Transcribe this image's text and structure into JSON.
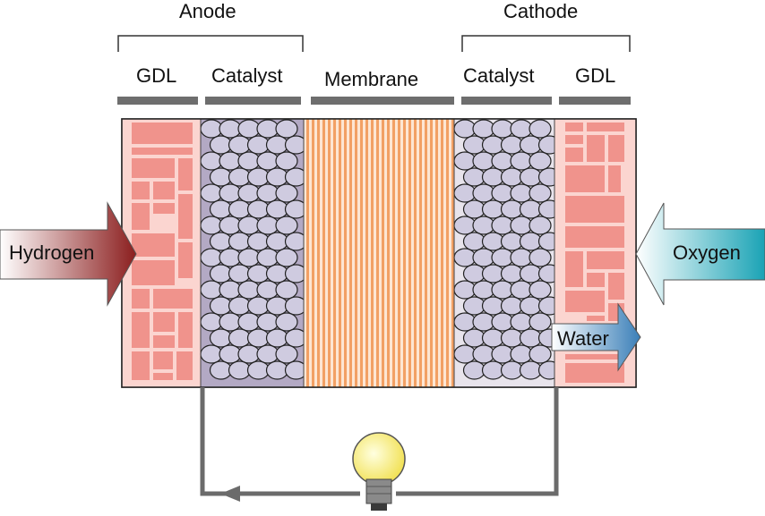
{
  "groups": {
    "anode": "Anode",
    "cathode": "Cathode"
  },
  "layers": {
    "anode_gdl": "GDL",
    "anode_catalyst": "Catalyst",
    "membrane": "Membrane",
    "cathode_catalyst": "Catalyst",
    "cathode_gdl": "GDL"
  },
  "flows": {
    "hydrogen": "Hydrogen",
    "oxygen": "Oxygen",
    "water": "Water"
  },
  "colors": {
    "gdl_fill": "#f0938c",
    "gdl_bg": "#fbd5d0",
    "catalyst_bg": "#b3a9c4",
    "catalyst_particle": "#cfcbe0",
    "membrane_stripe": "#f2a064",
    "bar": "#6e6e6e",
    "wire": "#6b6b6b",
    "bulb": "#fff27a",
    "hydrogen_arrow": "#8b1e1e",
    "oxygen_arrow": "#1aa3b5",
    "water_arrow": "#3a7fb8"
  },
  "icons": {
    "bulb": "light-bulb-icon"
  }
}
